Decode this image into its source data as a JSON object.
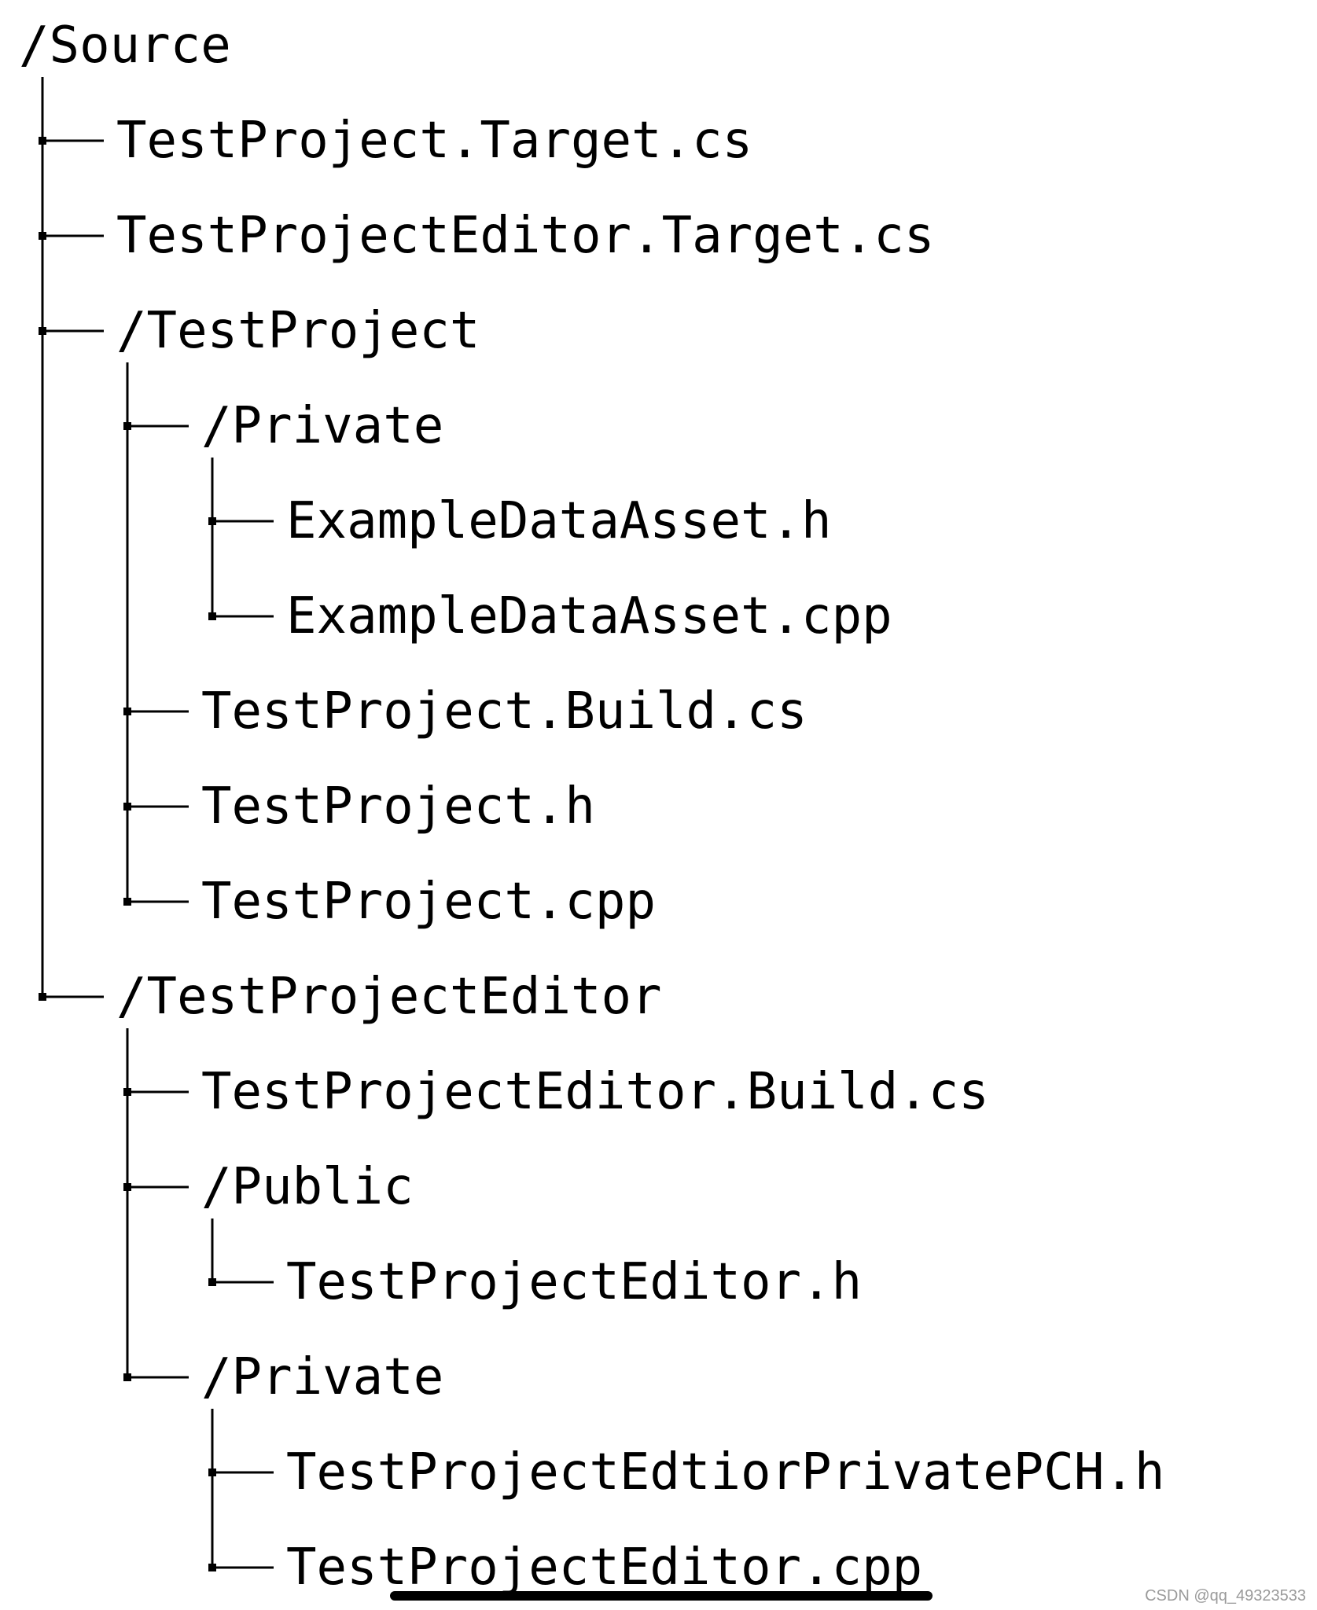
{
  "tree": {
    "root": "/Source",
    "nodes": [
      {
        "label": "TestProject.Target.cs",
        "depth": 1,
        "type": "file"
      },
      {
        "label": "TestProjectEditor.Target.cs",
        "depth": 1,
        "type": "file"
      },
      {
        "label": "/TestProject",
        "depth": 1,
        "type": "folder"
      },
      {
        "label": "/Private",
        "depth": 2,
        "type": "folder"
      },
      {
        "label": "ExampleDataAsset.h",
        "depth": 3,
        "type": "file"
      },
      {
        "label": "ExampleDataAsset.cpp",
        "depth": 3,
        "type": "file"
      },
      {
        "label": "TestProject.Build.cs",
        "depth": 2,
        "type": "file"
      },
      {
        "label": "TestProject.h",
        "depth": 2,
        "type": "file"
      },
      {
        "label": "TestProject.cpp",
        "depth": 2,
        "type": "file"
      },
      {
        "label": "/TestProjectEditor",
        "depth": 1,
        "type": "folder"
      },
      {
        "label": "TestProjectEditor.Build.cs",
        "depth": 2,
        "type": "file"
      },
      {
        "label": "/Public",
        "depth": 2,
        "type": "folder"
      },
      {
        "label": "TestProjectEditor.h",
        "depth": 3,
        "type": "file"
      },
      {
        "label": "/Private",
        "depth": 2,
        "type": "folder"
      },
      {
        "label": "TestProjectEdtiorPrivatePCH.h",
        "depth": 3,
        "type": "file"
      },
      {
        "label": "TestProjectEditor.cpp",
        "depth": 3,
        "type": "file"
      }
    ]
  },
  "watermark": "CSDN @qq_49323533",
  "colors": {
    "text": "#000000",
    "lines": "#000000",
    "background": "#ffffff",
    "watermark": "#9a9a9a"
  }
}
